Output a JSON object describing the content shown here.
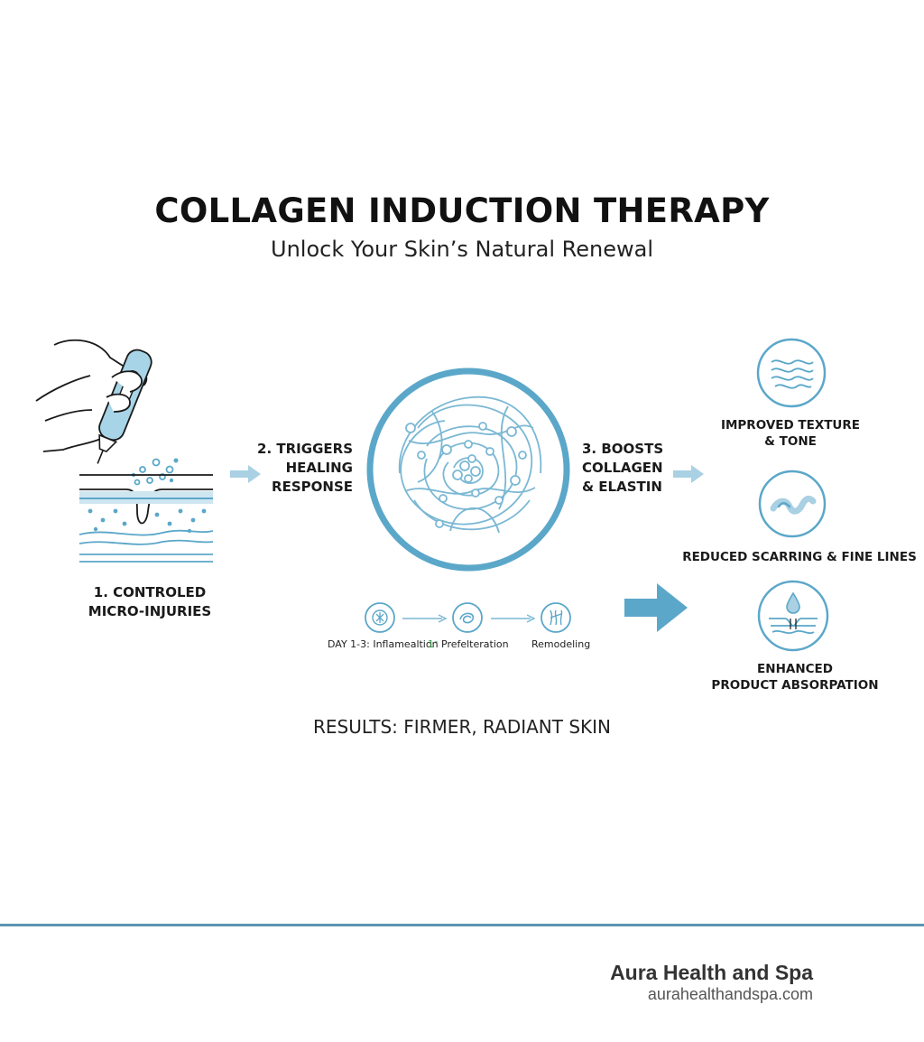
{
  "header": {
    "title": "COLLAGEN INDUCTION THERAPY",
    "subtitle": "Unlock Your Skin’s Natural Renewal"
  },
  "steps": [
    {
      "label": "1. CONTROLED\nMICRO-INJURIES"
    },
    {
      "label": "2. TRIGGERS\nHEALING\nRESPONSE"
    },
    {
      "label": "3. BOOSTS\nCOLLAGEN\n& ELASTIN"
    }
  ],
  "timeline": {
    "day_label": "DAY 1-3: Inflamealtion",
    "marker": "1ᵔ",
    "stage2": "Prefelteration",
    "stage3": "Remodeling"
  },
  "benefits": [
    {
      "label": "IMPROVED TEXTURE\n& TONE",
      "icon": "waves-icon"
    },
    {
      "label": "REDUCED SCARRING & FINE LINES",
      "icon": "smooth-line-icon"
    },
    {
      "label": "ENHANCED\nPRODUCT ABSORPATION",
      "icon": "droplet-skin-icon"
    }
  ],
  "results": "RESULTS: FIRMER, RADIANT SKIN",
  "footer": {
    "brand": "Aura Health and Spa",
    "url": "aurahealthandspa.com"
  },
  "colors": {
    "accent": "#5ba7c9",
    "accent_light": "#a9d0e3",
    "pen_fill": "#a8d4e8",
    "rule": "#5b93b2",
    "text": "#1a1a1a"
  }
}
